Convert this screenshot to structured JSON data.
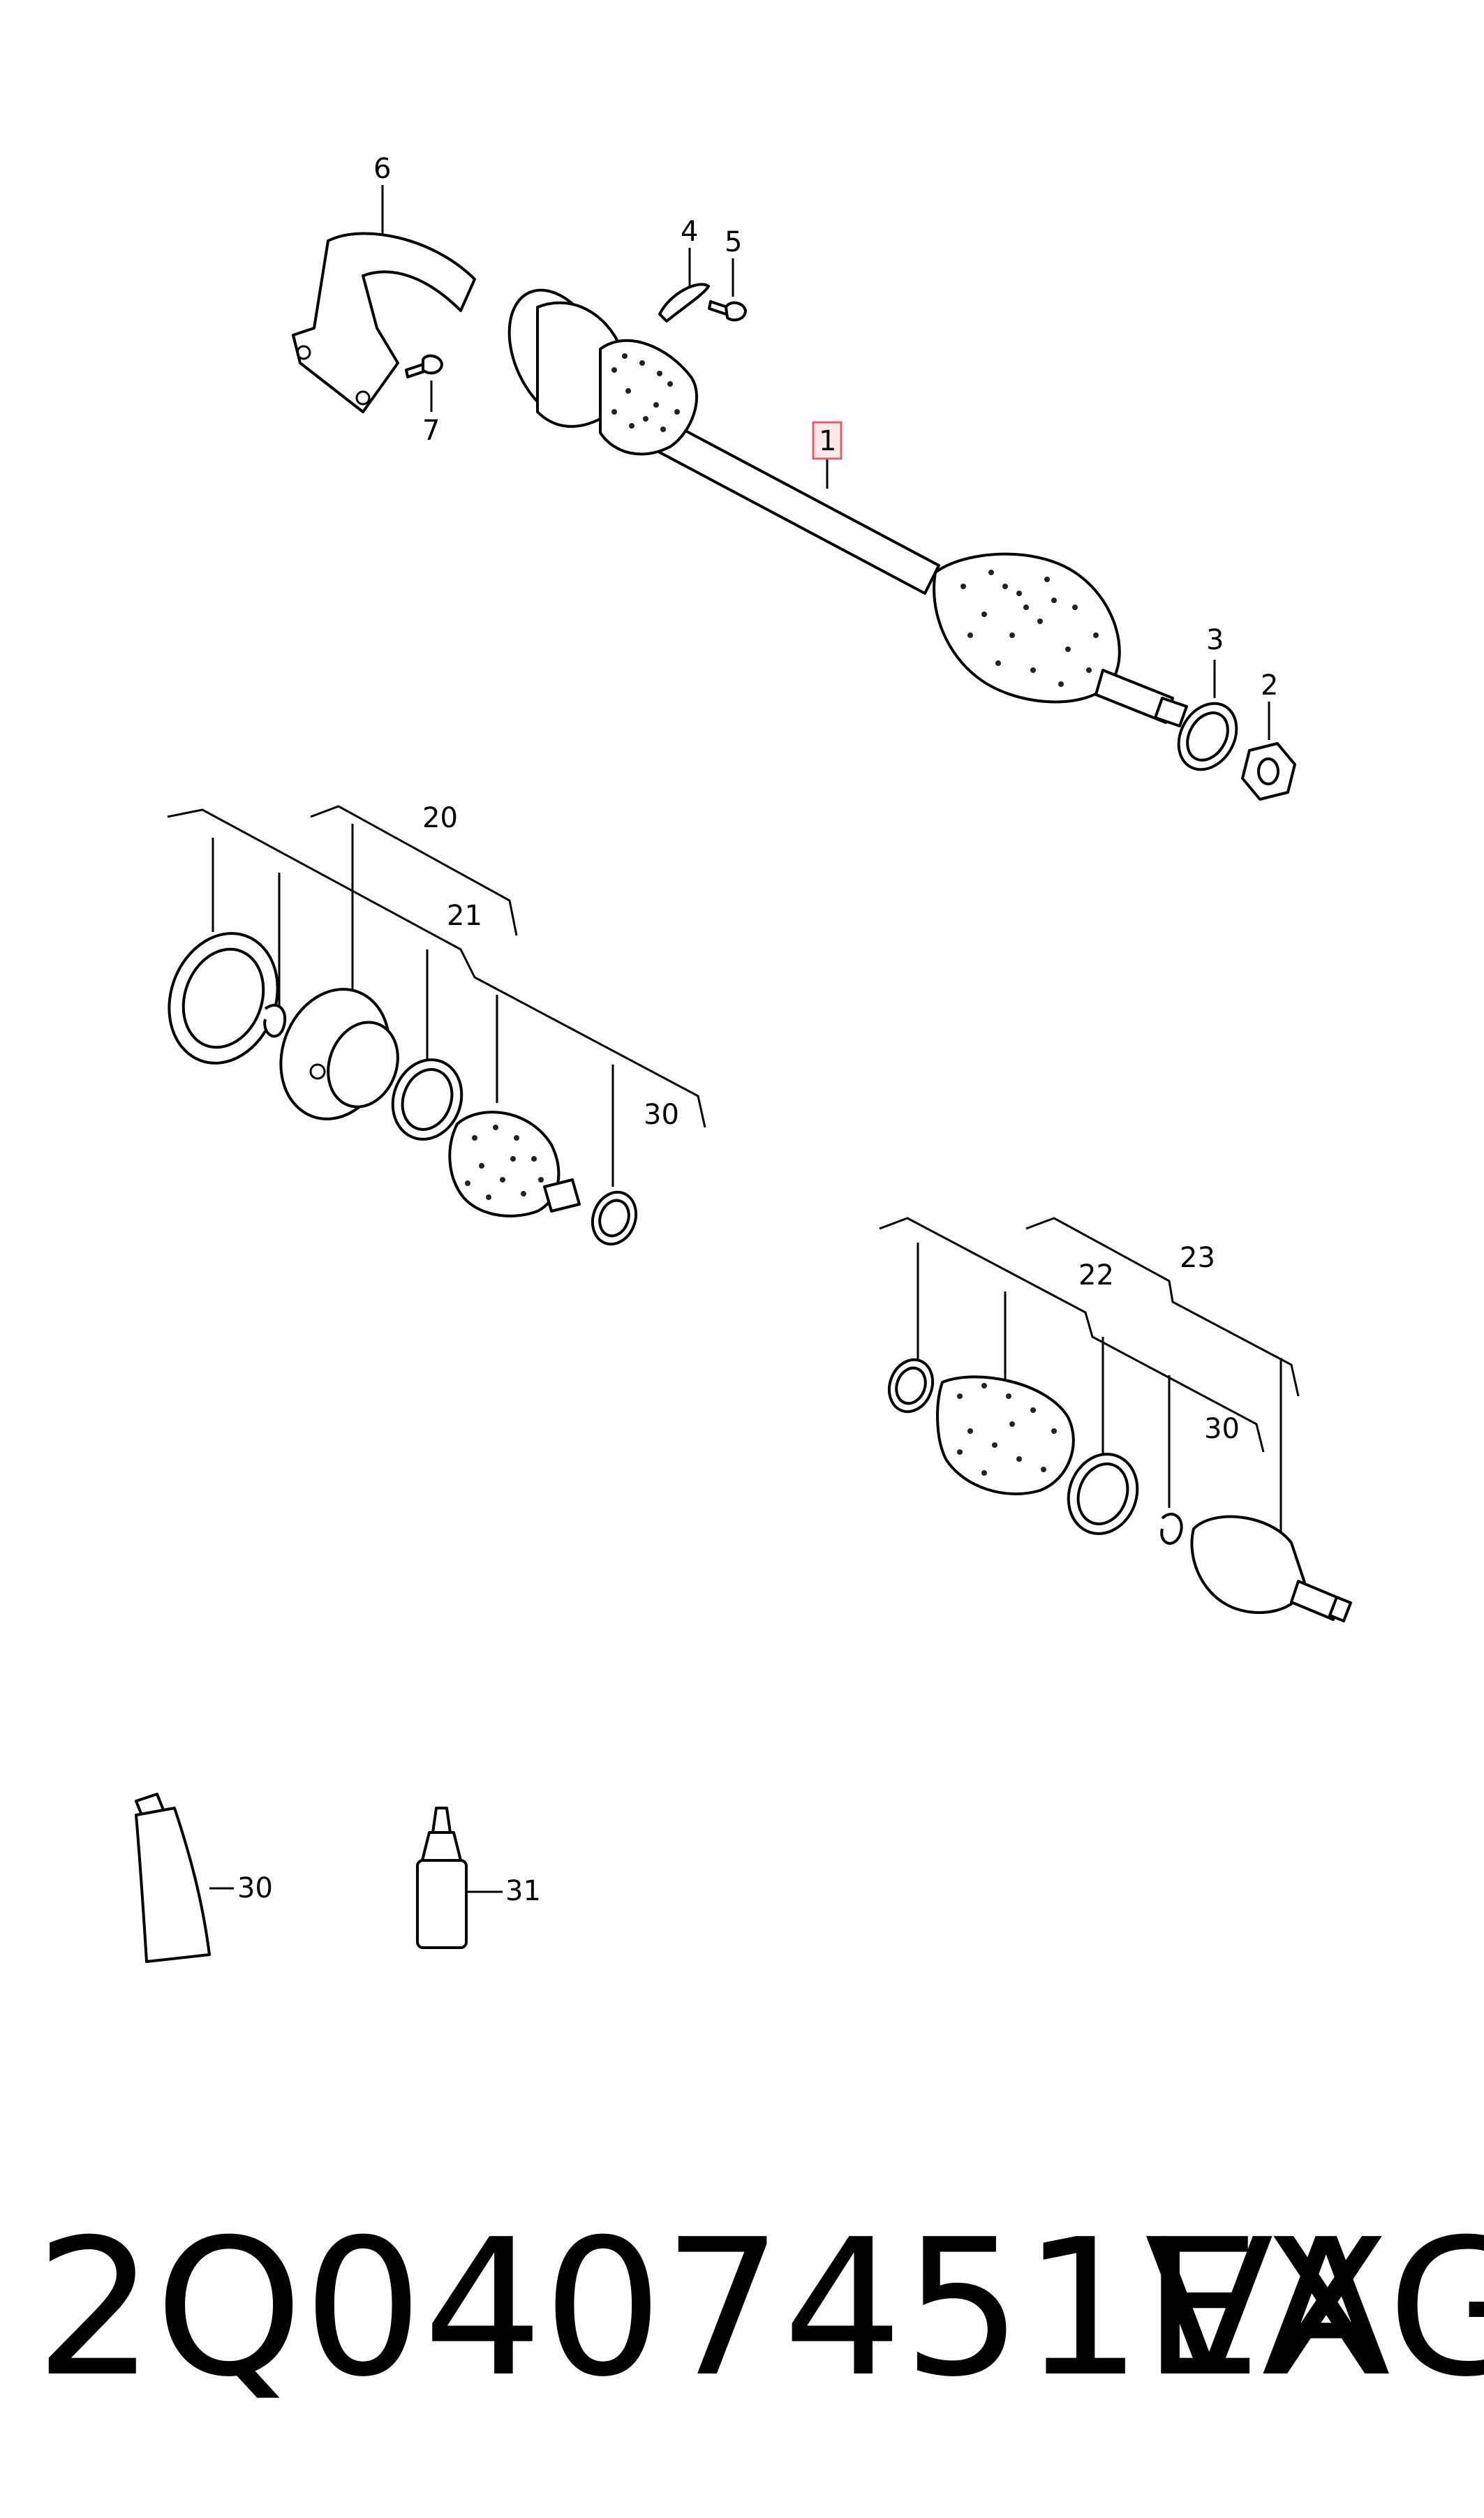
{
  "diagram": {
    "callouts": {
      "c1": "1",
      "c2": "2",
      "c3": "3",
      "c4": "4",
      "c5": "5",
      "c6": "6",
      "c7": "7",
      "c20": "20",
      "c21": "21",
      "c22": "22",
      "c23": "23",
      "c30a": "30",
      "c30b": "30",
      "c30c": "30",
      "c31": "31"
    },
    "highlight_color": "#e06070"
  },
  "footer": {
    "part_number": "2Q0407451EX",
    "brand": "VAG"
  }
}
